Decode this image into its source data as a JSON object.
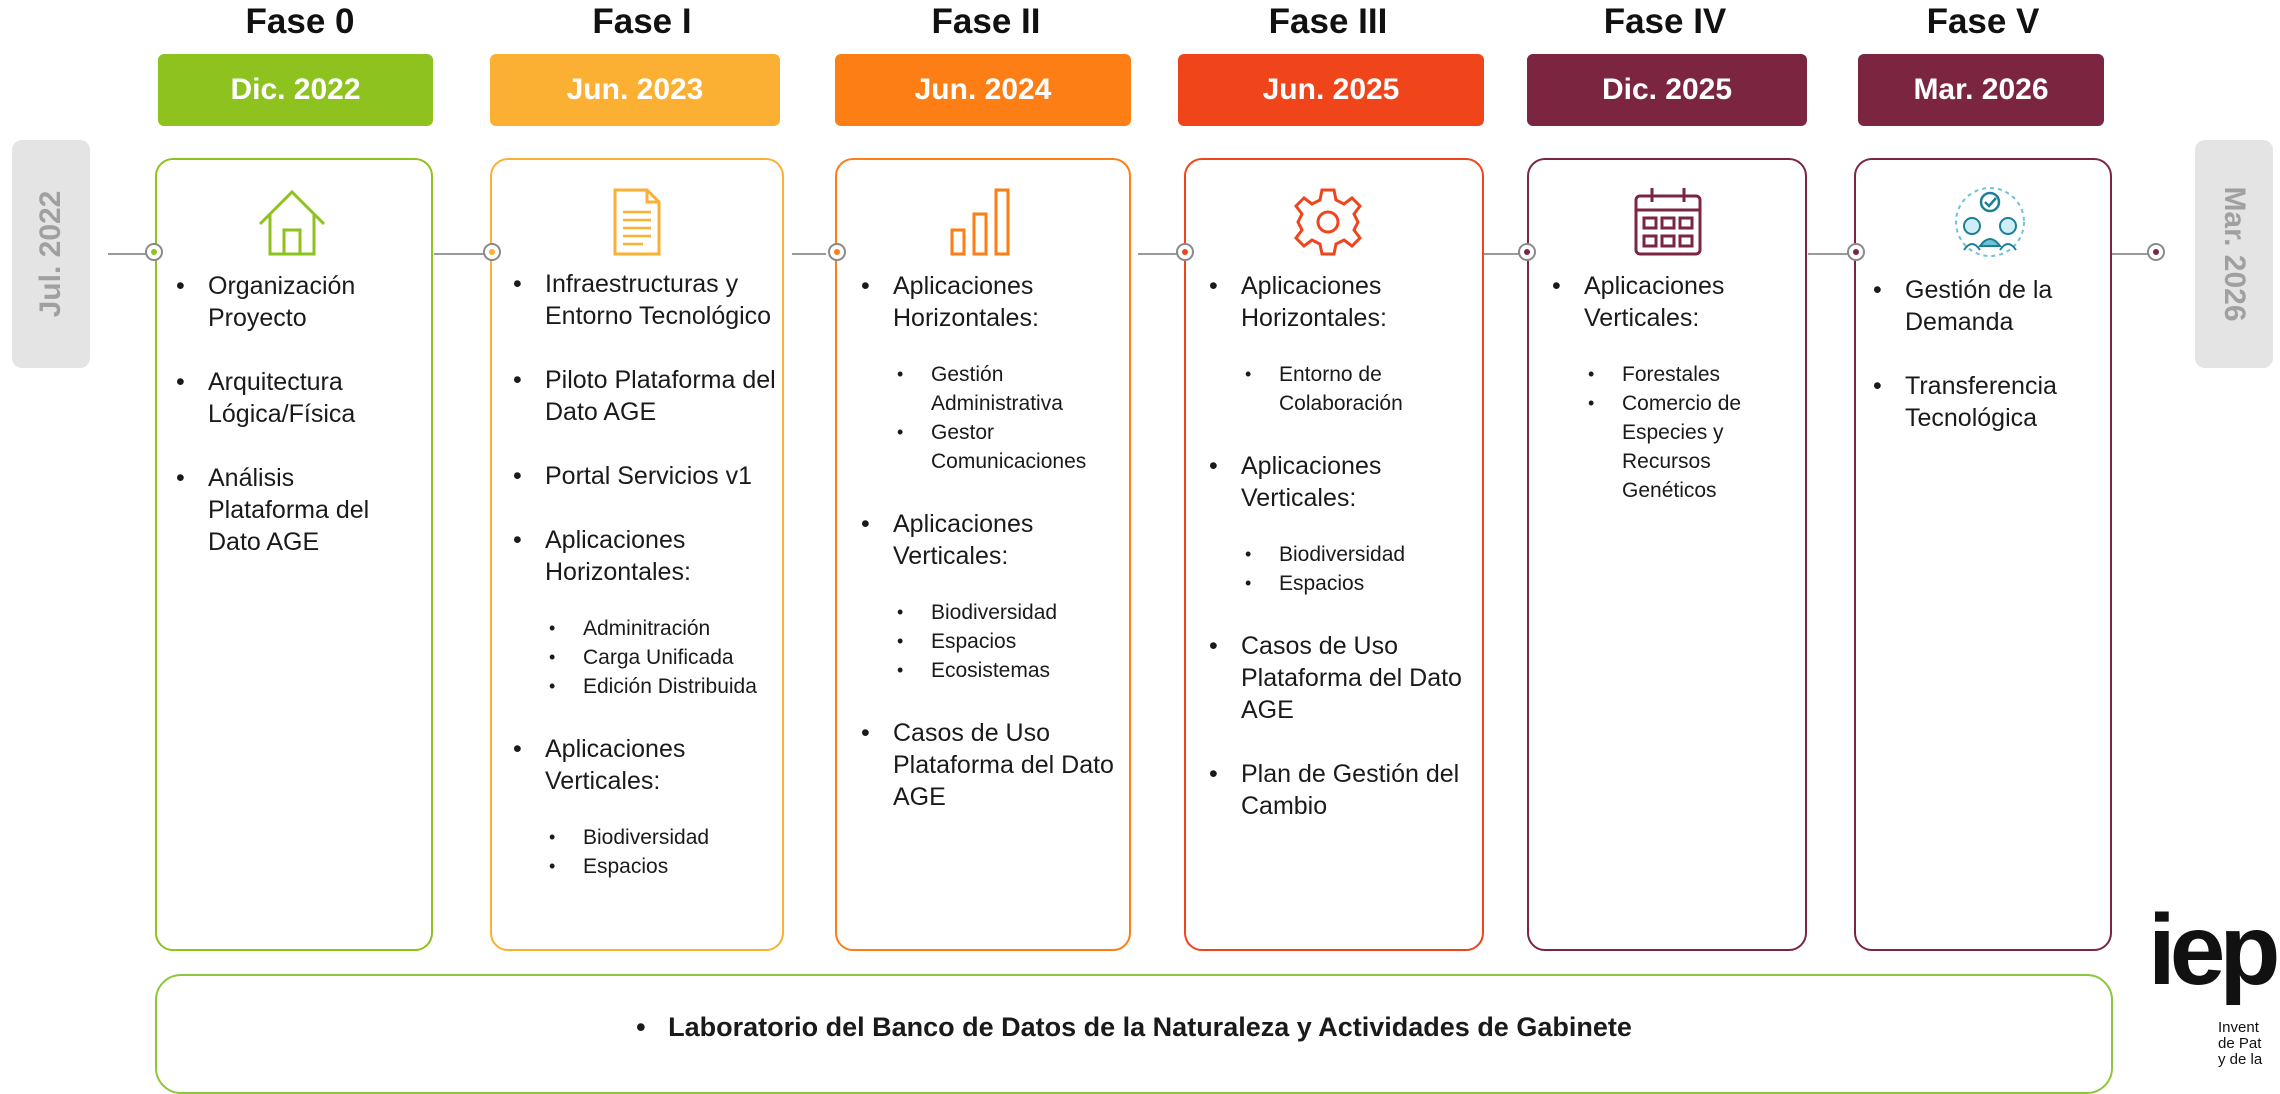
{
  "side_labels": {
    "start": "Jul. 2022",
    "end": "Mar. 2026"
  },
  "phases": [
    {
      "title": "Fase 0",
      "date": "Dic. 2022",
      "color": "#8dc21f",
      "icon": "home-icon",
      "items": [
        {
          "text": "Organización Proyecto",
          "sub": []
        },
        {
          "text": "Arquitectura Lógica/Física",
          "sub": []
        },
        {
          "text": "Análisis Plataforma del Dato AGE",
          "sub": []
        }
      ]
    },
    {
      "title": "Fase I",
      "date": "Jun. 2023",
      "color": "#fbb034",
      "icon": "document-icon",
      "items": [
        {
          "text": "Infraestructuras y Entorno Tecnológico",
          "sub": []
        },
        {
          "text": "Piloto Plataforma del Dato AGE",
          "sub": []
        },
        {
          "text": "Portal Servicios v1",
          "sub": []
        },
        {
          "text": "Aplicaciones Horizontales:",
          "sub": [
            "Adminitración",
            "Carga Unificada",
            "Edición Distribuida"
          ]
        },
        {
          "text": "Aplicaciones Verticales:",
          "sub": [
            "Biodiversidad",
            "Espacios"
          ]
        }
      ]
    },
    {
      "title": "Fase II",
      "date": "Jun. 2024",
      "color": "#fd7e14",
      "icon": "bar-chart-icon",
      "items": [
        {
          "text": "Aplicaciones Horizontales:",
          "sub": [
            "Gestión Administrativa",
            "Gestor Comunicaciones"
          ]
        },
        {
          "text": "Aplicaciones Verticales:",
          "sub": [
            "Biodiversidad",
            "Espacios",
            "Ecosistemas"
          ]
        },
        {
          "text": "Casos de Uso Plataforma del Dato AGE",
          "sub": []
        }
      ]
    },
    {
      "title": "Fase III",
      "date": "Jun. 2025",
      "color": "#f0441b",
      "icon": "gear-icon",
      "items": [
        {
          "text": "Aplicaciones Horizontales:",
          "sub": [
            "Entorno de Colaboración"
          ]
        },
        {
          "text": "Aplicaciones Verticales:",
          "sub": [
            "Biodiversidad",
            "Espacios"
          ]
        },
        {
          "text": "Casos de Uso Plataforma del Dato AGE",
          "sub": []
        },
        {
          "text": "Plan de Gestión del Cambio",
          "sub": []
        }
      ]
    },
    {
      "title": "Fase IV",
      "date": "Dic. 2025",
      "color": "#7b2540",
      "icon": "calendar-icon",
      "items": [
        {
          "text": "Aplicaciones Verticales:",
          "sub": [
            "Forestales",
            "Comercio de Especies y Recursos Genéticos"
          ]
        }
      ]
    },
    {
      "title": "Fase V",
      "date": "Mar. 2026",
      "color": "#7b2540",
      "icon": "teamwork-icon",
      "items": [
        {
          "text": "Gestión de la Demanda",
          "sub": []
        },
        {
          "text": "Transferencia Tecnológica",
          "sub": []
        }
      ]
    }
  ],
  "lab": {
    "text": "Laboratorio del Banco de Datos de la Naturaleza y Actividades de Gabinete"
  },
  "logo": {
    "word": "iep",
    "subtitle_lines": "Invent\nde Pat\ny de la"
  }
}
